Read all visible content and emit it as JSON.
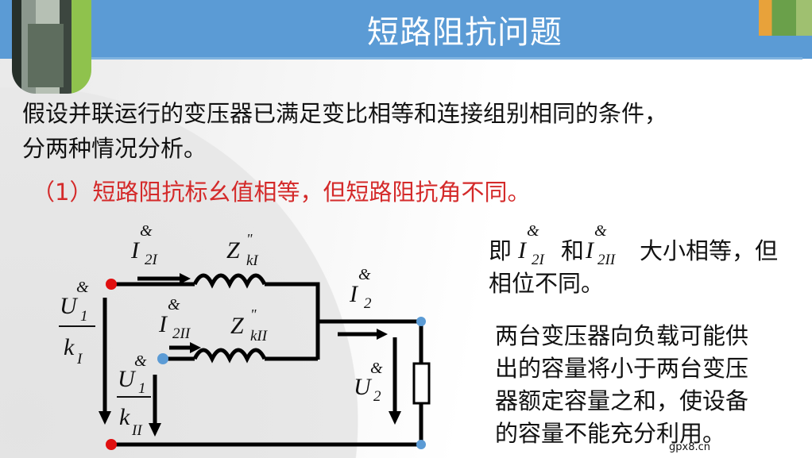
{
  "header": {
    "title": "短路阻抗问题",
    "background": "#5b9bd5"
  },
  "body": {
    "line1": "假设并联运行的变压器已满足变比相等和连接组别相同的条件，",
    "line2": "分两种情况分析。",
    "case1": "（1）短路阻抗标幺值相等，但短路阻抗角不同。",
    "case1_color": "#d42a2a"
  },
  "side": {
    "l1_a": "即",
    "l1_b": "和",
    "l1_c": "大小相等，但",
    "l1_sym1": "I",
    "l1_sub1": "2I",
    "l1_sym2": "I",
    "l1_sub2": "2II",
    "l2": "相位不同。",
    "p": [
      "两台变压器向负载可能供",
      "出的容量将小于两台变压",
      "器额定容量之和，使设备",
      "的容量不能充分利用。"
    ]
  },
  "circuit": {
    "dot_mark": "&",
    "i2I": {
      "sym": "I",
      "sub": "2I"
    },
    "i2II": {
      "sym": "I",
      "sub": "2II"
    },
    "i2": {
      "sym": "I",
      "sub": "2"
    },
    "zkI": {
      "sym": "Z",
      "sup": "\"",
      "sub": "kI"
    },
    "zkII": {
      "sym": "Z",
      "sup": "\"",
      "sub": "kII"
    },
    "u1kI": {
      "num": "U",
      "numsub": "1",
      "den": "k",
      "densub": "I"
    },
    "u1kII": {
      "num": "U",
      "numsub": "1",
      "den": "k",
      "densub": "II"
    },
    "u2": {
      "sym": "U",
      "sub": "2"
    },
    "terminal_red": "#e01010",
    "terminal_blue": "#5b9bd5"
  },
  "watermark": "gpx8.cn"
}
